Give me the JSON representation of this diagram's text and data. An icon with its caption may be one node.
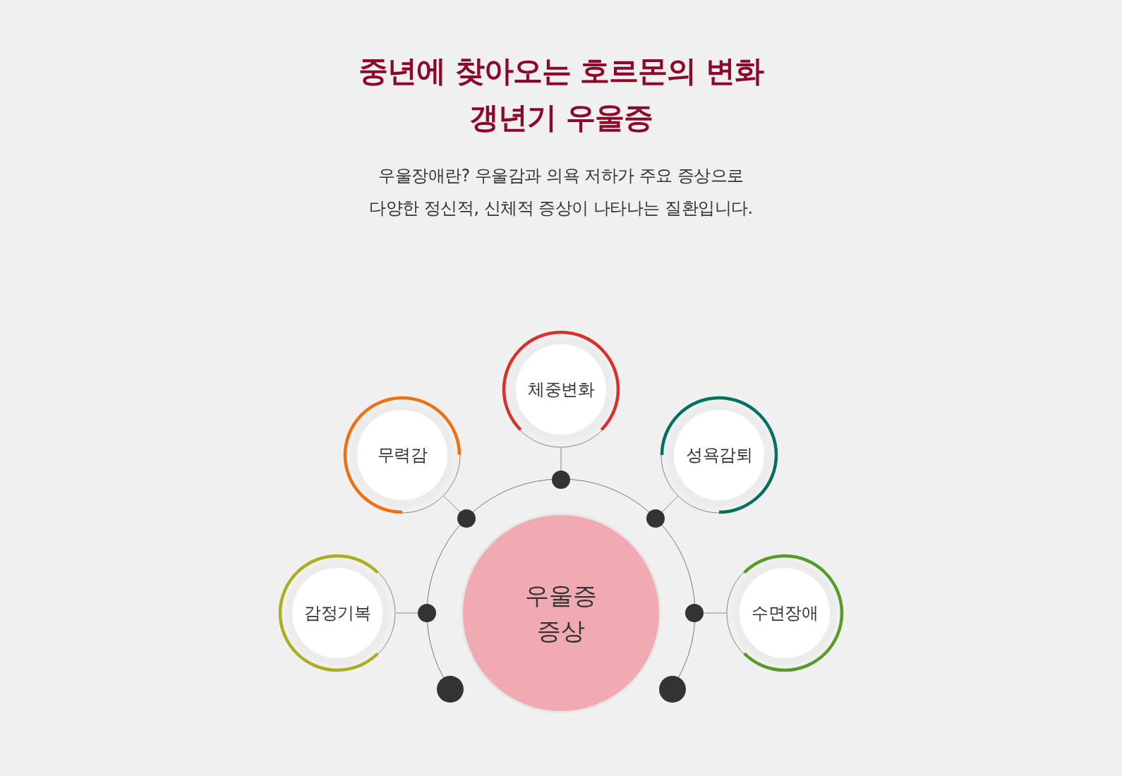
{
  "diagram": {
    "title": "중년에 찾아오는 호르몬의 변화 갱년기 우울증",
    "nodes": [
      {
        "text": [
          "우울증 증상"
        ]
      },
      {
        "text": [
          "체중변화"
        ]
      },
      {
        "text": [
          "무력감"
        ]
      },
      {
        "text": [
          "성욕감퇴"
        ]
      },
      {
        "text": [
          "감정기복"
        ]
      },
      {
        "text": [
          "수면장애"
        ]
      },
      {
        "text": [],
        "shape": "circle"
      },
      {
        "text": [],
        "shape": "circle"
      },
      {
        "text": [],
        "shape": "circle"
      },
      {
        "text": [],
        "shape": "circle"
      },
      {
        "text": [],
        "shape": "circle"
      }
    ],
    "edges": [
      {
        "from": 6,
        "to": 1,
        "arrow": "none"
      },
      {
        "from": 7,
        "to": 2,
        "arrow": "none"
      },
      {
        "from": 8,
        "to": 3,
        "arrow": "none"
      },
      {
        "from": 9,
        "to": 4,
        "arrow": "none"
      },
      {
        "from": 10,
        "to": 5,
        "arrow": "none"
      }
    ],
    "labels": [
      "우울장애란? 우울감과 의욕 저하가 주요 증상으로 다양한 정신적, 신체적 증상이 나타나는 질환입니다."
    ]
  }
}
